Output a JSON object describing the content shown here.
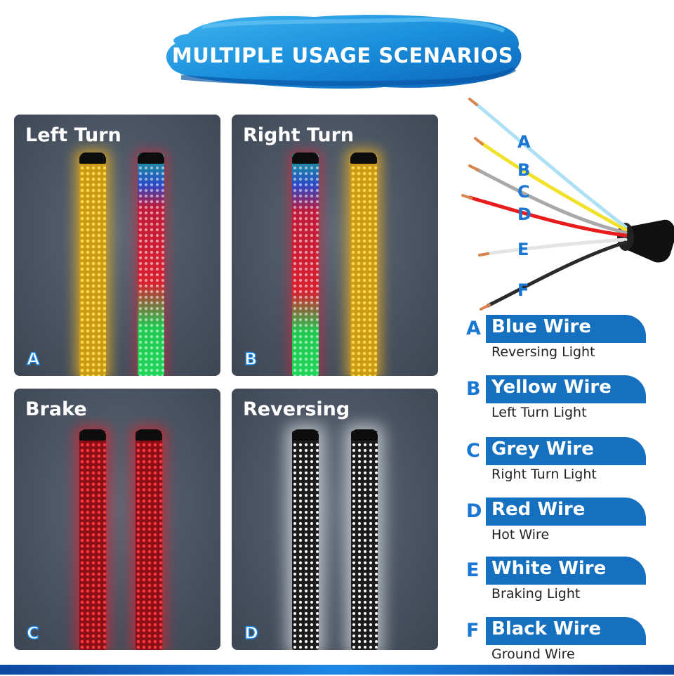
{
  "header": {
    "title": "MULTIPLE USAGE SCENARIOS"
  },
  "colors": {
    "brand_blue": "#1570c0",
    "panel_bg": "#4a5462",
    "amber": "#f3b51c",
    "red": "#e0202c",
    "green": "#1ed65a",
    "white_led": "#ffffff"
  },
  "panels": [
    {
      "title": "Left Turn",
      "letter": "A"
    },
    {
      "title": "Right Turn",
      "letter": "B"
    },
    {
      "title": "Brake",
      "letter": "C"
    },
    {
      "title": "Reversing",
      "letter": "D"
    }
  ],
  "diagram_labels": [
    "A",
    "B",
    "C",
    "D",
    "E",
    "F"
  ],
  "wires": [
    {
      "letter": "A",
      "name": "Blue Wire",
      "desc": "Reversing Light",
      "color": "#aee0f5"
    },
    {
      "letter": "B",
      "name": "Yellow Wire",
      "desc": "Left Turn Light",
      "color": "#f2e12a"
    },
    {
      "letter": "C",
      "name": "Grey Wire",
      "desc": "Right Turn Light",
      "color": "#a9a9a9"
    },
    {
      "letter": "D",
      "name": "Red Wire",
      "desc": "Hot Wire",
      "color": "#e81c1c"
    },
    {
      "letter": "E",
      "name": "White Wire",
      "desc": "Braking Light",
      "color": "#f4f4f4"
    },
    {
      "letter": "F",
      "name": "Black Wire",
      "desc": "Ground Wire",
      "color": "#2a2a2a"
    }
  ]
}
